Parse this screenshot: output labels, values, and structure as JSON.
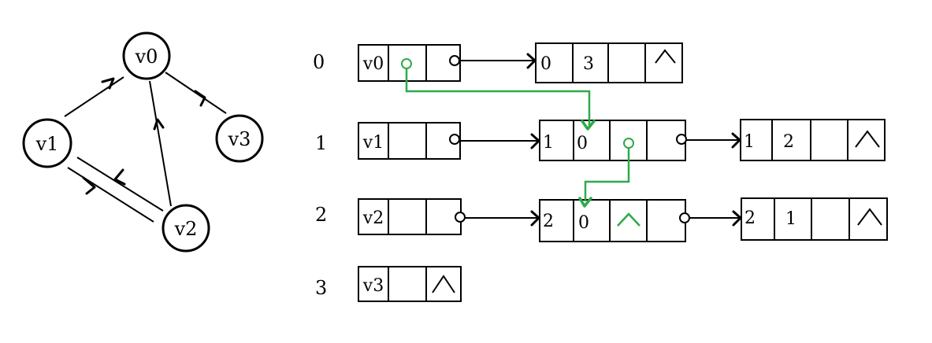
{
  "graph": {
    "nodes": [
      {
        "id": "v0",
        "label": "v0"
      },
      {
        "id": "v1",
        "label": "v1"
      },
      {
        "id": "v2",
        "label": "v2"
      },
      {
        "id": "v3",
        "label": "v3"
      }
    ],
    "edges": [
      {
        "from": "v1",
        "to": "v0"
      },
      {
        "from": "v0",
        "to": "v3"
      },
      {
        "from": "v2",
        "to": "v0"
      },
      {
        "from": "v1",
        "to": "v2"
      },
      {
        "from": "v2",
        "to": "v1"
      }
    ]
  },
  "table": {
    "row_indices": [
      "0",
      "1",
      "2",
      "3"
    ],
    "vertices": [
      "v0",
      "v1",
      "v2",
      "v3"
    ],
    "arc_nodes": [
      {
        "row": "0",
        "col": "1",
        "fields": [
          "0",
          "3"
        ]
      },
      {
        "row": "1",
        "col": "1",
        "fields": [
          "1",
          "0"
        ]
      },
      {
        "row": "1",
        "col": "2",
        "fields": [
          "1",
          "2"
        ]
      },
      {
        "row": "2",
        "col": "1",
        "fields": [
          "2",
          "0"
        ]
      },
      {
        "row": "2",
        "col": "2",
        "fields": [
          "2",
          "1"
        ]
      }
    ]
  },
  "colors": {
    "ink": "#000000",
    "highlight": "#2eaa4a"
  }
}
